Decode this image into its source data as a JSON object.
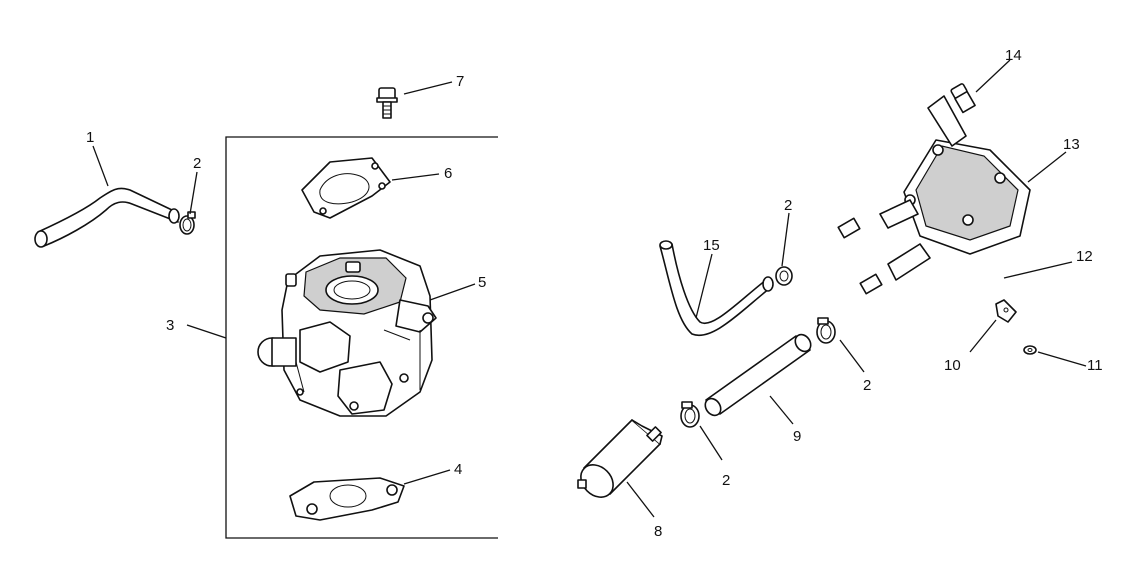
{
  "callouts": [
    {
      "id": "c1",
      "text": "1"
    },
    {
      "id": "c2a",
      "text": "2"
    },
    {
      "id": "c3",
      "text": "3"
    },
    {
      "id": "c4",
      "text": "4"
    },
    {
      "id": "c5",
      "text": "5"
    },
    {
      "id": "c6",
      "text": "6"
    },
    {
      "id": "c7",
      "text": "7"
    },
    {
      "id": "c8",
      "text": "8"
    },
    {
      "id": "c2b",
      "text": "2"
    },
    {
      "id": "c9",
      "text": "9"
    },
    {
      "id": "c2c",
      "text": "2"
    },
    {
      "id": "c2d",
      "text": "2"
    },
    {
      "id": "c15",
      "text": "15"
    },
    {
      "id": "c10",
      "text": "10"
    },
    {
      "id": "c11",
      "text": "11"
    },
    {
      "id": "c12",
      "text": "12"
    },
    {
      "id": "c13",
      "text": "13"
    },
    {
      "id": "c14",
      "text": "14"
    }
  ],
  "colors": {
    "ink": "#111111",
    "background": "#ffffff",
    "shade": "#cfcfcf"
  }
}
